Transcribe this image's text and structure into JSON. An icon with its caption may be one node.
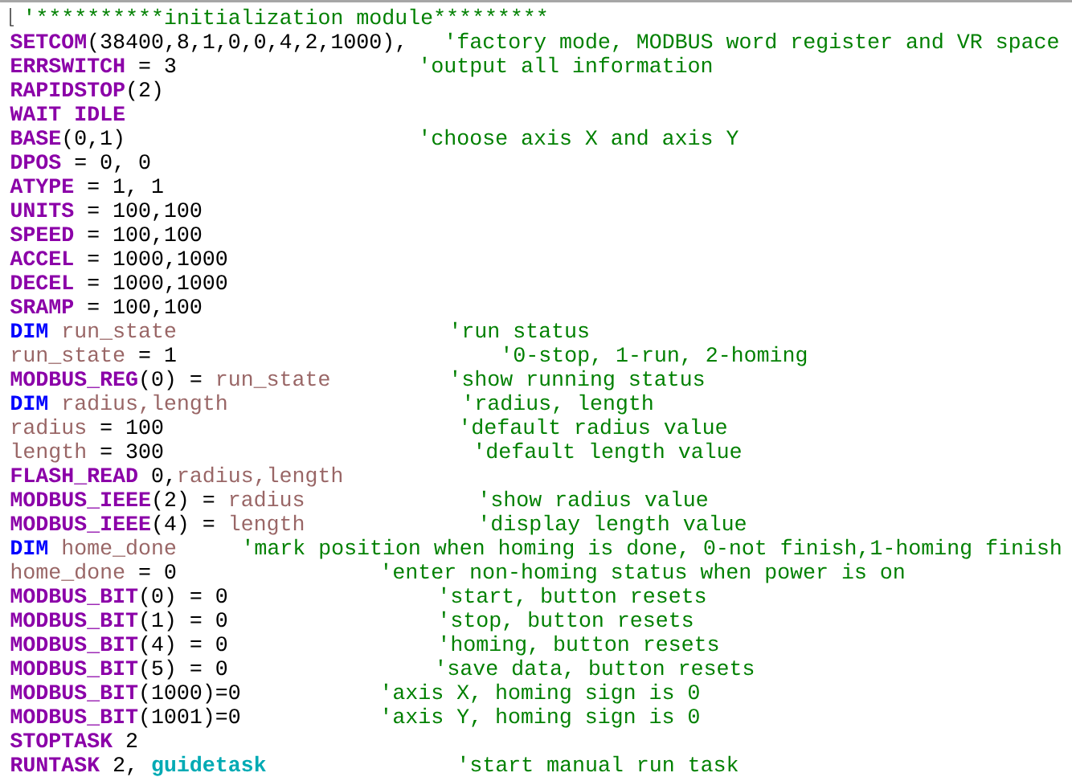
{
  "diagram": {
    "labels": [
      "'",
      "*",
      "*",
      "*",
      "*",
      "*",
      "*",
      "*",
      "*",
      "*",
      "*",
      "initialization module",
      "*",
      "*",
      "*",
      "*",
      "*",
      "*",
      "*",
      "*",
      "*",
      "SETCOM",
      "(38400,8,1,0,0,4,2,1000),",
      "'factory mode, MODBUS word register and VR space",
      "ERRSWITCH",
      "= 3",
      "'output all information",
      "RAPIDSTOP",
      "(2)",
      "WAIT IDLE",
      "BASE",
      "(0,1)",
      "'choose axis X and axis Y",
      "DPOS",
      "= 0, 0",
      "ATYPE",
      "= 1, 1",
      "UNITS",
      "= 100,100",
      "SPEED",
      "= 100,100",
      "ACCEL",
      "= 1000,1000",
      "DECEL",
      "= 1000,1000",
      "SRAMP",
      "= 100,100",
      "DIM",
      "run_state",
      "'run status",
      "run_state",
      "= 1",
      "'0-stop, 1-run, 2-homing",
      "MODBUS_REG",
      "(0) =",
      "run_state",
      "'show running status",
      "DIM",
      "radius,length",
      "'radius, length",
      "radius",
      "= 100",
      "'default radius value",
      "length",
      "= 300",
      "'default length value",
      "FLASH_READ",
      "0,",
      "radius,length",
      "MODBUS_IEEE",
      "(2) =",
      "radius",
      "'show radius value",
      "MODBUS_IEEE",
      "(4) =",
      "length",
      "'display length value",
      "DIM",
      "home_done",
      "'mark position when homing is done, 0-not finish,1-homing finish",
      "home_done",
      "= 0",
      "'enter non-homing status when power is on",
      "MODBUS_BIT",
      "(0) = 0",
      "'start, button resets",
      "MODBUS_BIT",
      "(1) = 0",
      "'stop, button resets",
      "MODBUS_BIT",
      "(4) = 0",
      "'homing, button resets",
      "MODBUS_BIT",
      "(5) = 0",
      "'save data, button resets",
      "MODBUS_BIT",
      "(1000)=0",
      "'axis X, homing sign is 0",
      "MODBUS_BIT",
      "(1001)=0",
      "'axis Y, homing sign is 0",
      "STOPTASK",
      "2",
      "RUNTASK",
      "2,",
      "guidetask",
      "'start manual run task"
    ]
  }
}
